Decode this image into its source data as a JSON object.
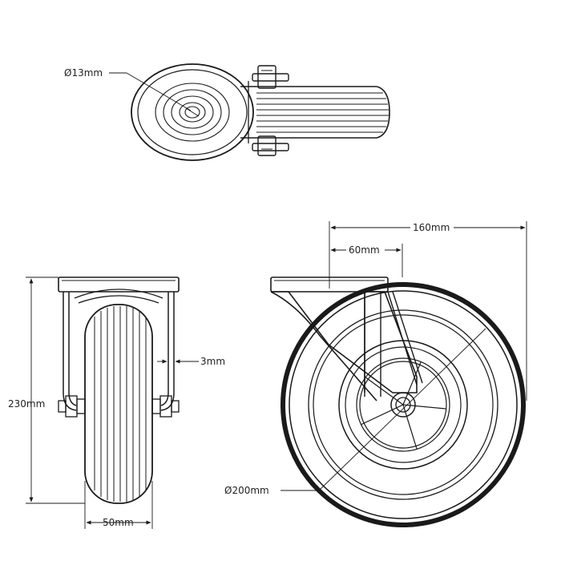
{
  "dimensions": {
    "bolt_hole_diameter": "Ø13mm",
    "overall_length": "160mm",
    "offset": "60mm",
    "plate_thickness": "3mm",
    "overall_height": "230mm",
    "wheel_width": "50mm",
    "wheel_diameter": "Ø200mm"
  },
  "views": [
    "top-view",
    "front-view",
    "side-view"
  ]
}
